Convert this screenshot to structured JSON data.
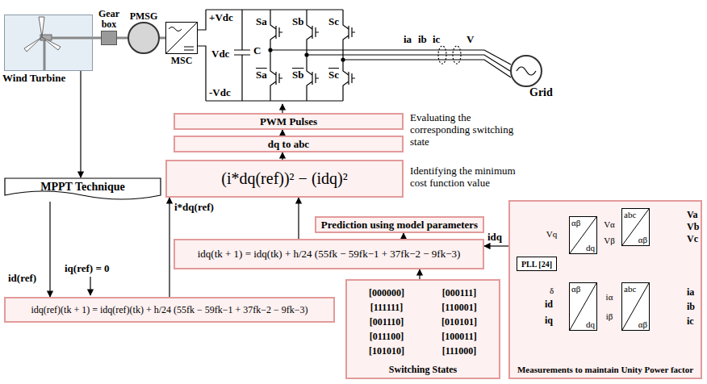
{
  "diagram": {
    "nodes": [
      {
        "text": [
          "Wind Turbine"
        ]
      },
      {
        "text": [
          "Gear box"
        ]
      },
      {
        "text": [
          "PMSG"
        ]
      },
      {
        "text": [
          "MSC"
        ]
      },
      {
        "text": [
          "Grid"
        ]
      },
      {
        "text": [
          "PWM Pulses"
        ]
      },
      {
        "text": [
          "dq to abc"
        ]
      },
      {
        "text": [
          "(i*dq(ref))² − (idq)²"
        ]
      },
      {
        "text": [
          "MPPT Technique"
        ]
      },
      {
        "text": [
          "Prediction using model parameters"
        ]
      },
      {
        "text": [
          "idq(tk + 1) = idq(tk) + h/24 (55fk − 59fk−1 + 37fk−2 − 9fk−3)"
        ]
      },
      {
        "text": [
          "idq(ref)(tk + 1) = idq(ref)(tk) + h/24 (55fk − 59fk−1 + 37fk−2 − 9fk−3)"
        ]
      },
      {
        "text": [
          "[000000]",
          "[000111]",
          "[111111]",
          "[110001]",
          "[001110]",
          "[010101]",
          "[011100]",
          "[100011]",
          "[101010]",
          "[111000]",
          "Switching States"
        ]
      },
      {
        "text": [
          "Measurements to maintain Unity Power factor"
        ]
      },
      {
        "text": [
          "abc",
          "αβ"
        ],
        "in": 13
      },
      {
        "text": [
          "αβ",
          "dq"
        ],
        "in": 13
      },
      {
        "text": [
          "PLL [24]"
        ],
        "in": 13
      },
      {
        "text": [
          "αβ",
          "dq"
        ],
        "in": 13
      },
      {
        "text": [
          "abc",
          "αβ"
        ],
        "in": 13
      }
    ],
    "edges": [
      {
        "from": 0,
        "to": 1,
        "arrow": "none"
      },
      {
        "from": 1,
        "to": 2,
        "arrow": "none"
      },
      {
        "from": 2,
        "to": 3,
        "arrow": "none"
      },
      {
        "from": 0,
        "to": 8,
        "arrow": "to"
      },
      {
        "from": 8,
        "to": 11,
        "arrow": "to"
      },
      {
        "from": 11,
        "to": 7,
        "arrow": "to"
      },
      {
        "from": 10,
        "to": 7,
        "arrow": "to"
      },
      {
        "from": 10,
        "to": 9,
        "arrow": "to"
      },
      {
        "from": 12,
        "to": 10,
        "arrow": "to"
      },
      {
        "from": 13,
        "to": 10,
        "arrow": "to"
      },
      {
        "from": 7,
        "to": 6,
        "arrow": "to"
      },
      {
        "from": 6,
        "to": 5,
        "arrow": "to"
      },
      {
        "from": 14,
        "to": 15,
        "arrow": "to",
        "label": "Vα"
      },
      {
        "from": 14,
        "to": 15,
        "arrow": "to",
        "label": "Vβ"
      },
      {
        "from": 15,
        "to": 16,
        "arrow": "to",
        "label": "Vq"
      },
      {
        "from": 16,
        "to": 17,
        "arrow": "to",
        "label": "δ"
      },
      {
        "from": 18,
        "to": 17,
        "arrow": "to",
        "label": "iα"
      },
      {
        "from": 18,
        "to": 17,
        "arrow": "to",
        "label": "iβ"
      }
    ],
    "labels": [
      "+Vdc",
      "Vdc",
      "C",
      "-Vdc",
      "Sa",
      "Sb",
      "Sc",
      "Sa",
      "Sb",
      "Sc",
      "ia",
      "ib",
      "ic",
      "V",
      "Evaluating the corresponding switching state",
      "Identifying the minimum cost function value",
      "i*dq(ref)",
      "id(ref)",
      "iq(ref) = 0",
      "idq",
      "Va",
      "Vb",
      "Vc",
      "ia",
      "ib",
      "ic",
      "id",
      "iq"
    ]
  }
}
